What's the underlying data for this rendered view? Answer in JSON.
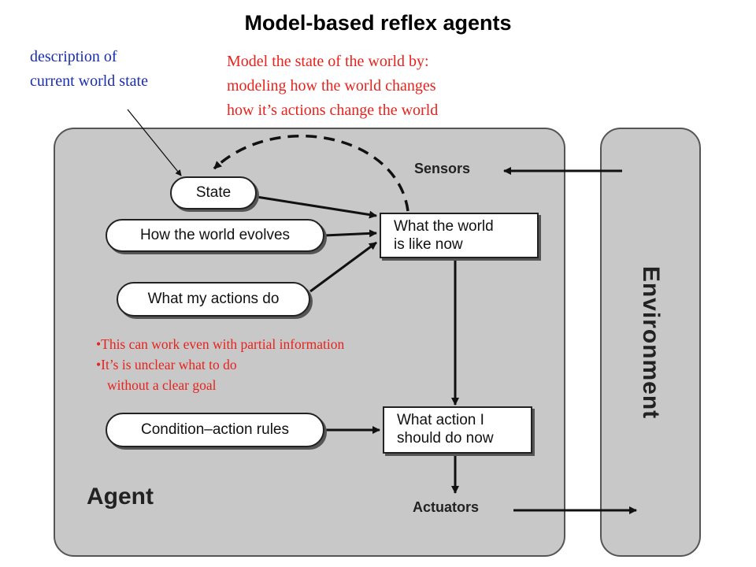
{
  "title": "Model-based reflex agents",
  "annotation_blue": {
    "line1": "description of",
    "line2": "current world state"
  },
  "annotation_red": {
    "line1": "Model the state of the world by:",
    "line2": "modeling how the world changes",
    "line3": "how it’s actions change the world"
  },
  "bullets": {
    "item1": "•This can work even with partial information",
    "item2": "•It’s is unclear what to do",
    "item2_cont": "without a clear goal"
  },
  "diagram": {
    "agent_label": "Agent",
    "environment_label": "Environment",
    "sensors_label": "Sensors",
    "actuators_label": "Actuators",
    "state_label": "State",
    "world_evolves_label": "How the world evolves",
    "actions_do_label": "What my actions do",
    "rules_label": "Condition–action rules",
    "world_now": {
      "line1": "What the world",
      "line2": "is like now"
    },
    "action_now": {
      "line1": "What action I",
      "line2": "should do now"
    }
  },
  "colors": {
    "annotation_blue": "#1a2fb0",
    "annotation_red": "#e8221c",
    "box_fill": "#c8c8c8"
  }
}
